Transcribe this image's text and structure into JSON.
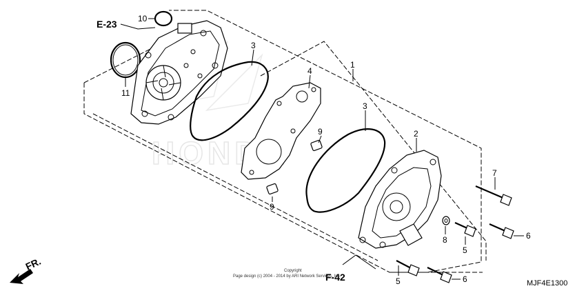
{
  "diagram": {
    "callouts": {
      "part_1": "1",
      "part_2": "2",
      "part_3_left": "3",
      "part_3_right": "3",
      "part_4": "4",
      "part_5_upper": "5",
      "part_5_lower": "5",
      "part_6_upper": "6",
      "part_6_lower": "6",
      "part_7": "7",
      "part_8": "8",
      "part_9_upper": "9",
      "part_9_lower": "9",
      "part_10": "10",
      "part_11": "11"
    },
    "references": {
      "e23": "E-23",
      "f42": "F-42",
      "front_arrow": "FR."
    },
    "watermark": "HONDA",
    "copyright_line1": "Copyright",
    "copyright_line2": "Page design (c) 2004 - 2014 by ARI Network Services, Inc.",
    "diagram_code": "MJF4E1300"
  }
}
